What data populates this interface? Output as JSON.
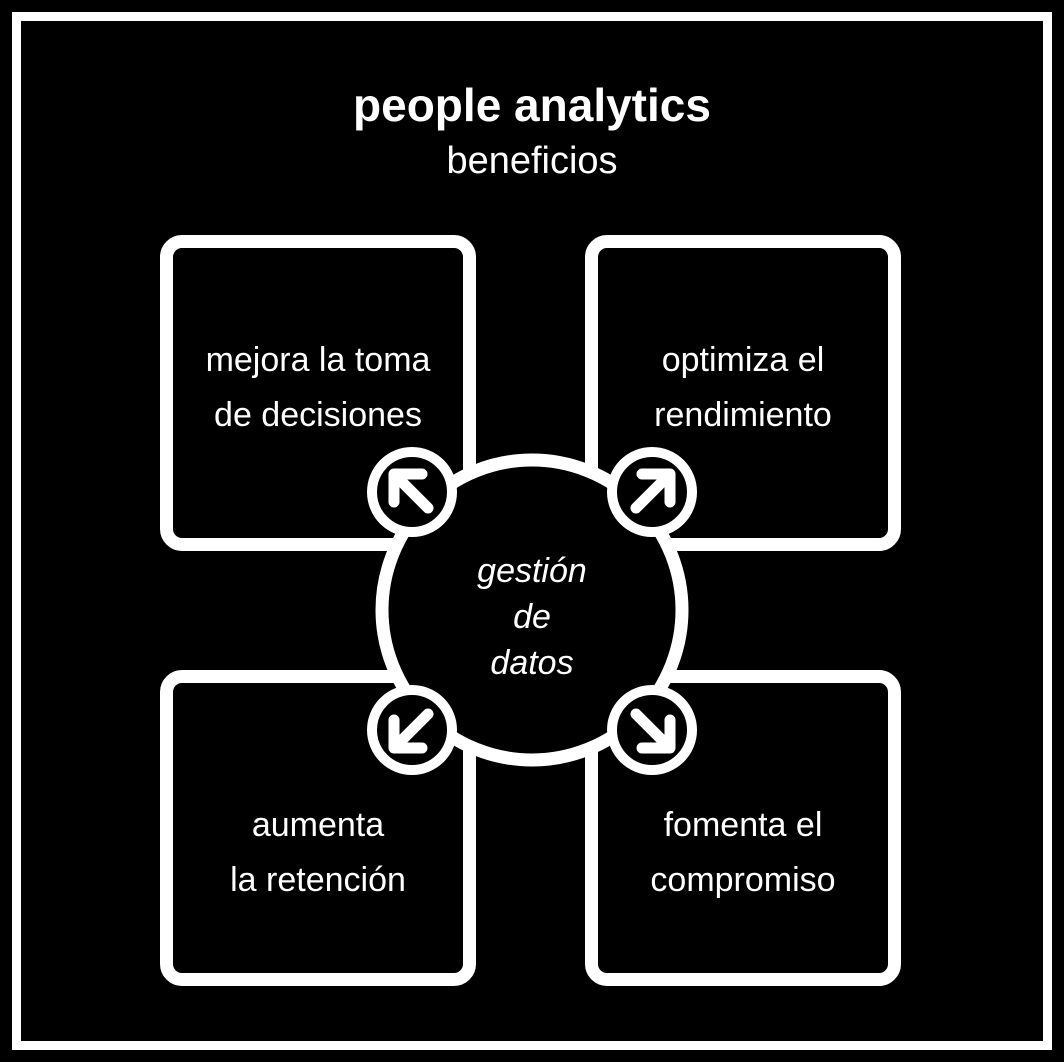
{
  "title": "people analytics",
  "subtitle": "beneficios",
  "center": {
    "lines": [
      "gestión",
      "de",
      "datos"
    ]
  },
  "boxes": [
    {
      "lines": [
        "mejora la toma",
        "de decisiones"
      ],
      "arrow": "arrow-up-left"
    },
    {
      "lines": [
        "optimiza el",
        "rendimiento"
      ],
      "arrow": "arrow-up-right"
    },
    {
      "lines": [
        "aumenta",
        "la retención"
      ],
      "arrow": "arrow-down-left"
    },
    {
      "lines": [
        "fomenta el",
        "compromiso"
      ],
      "arrow": "arrow-down-right"
    }
  ]
}
